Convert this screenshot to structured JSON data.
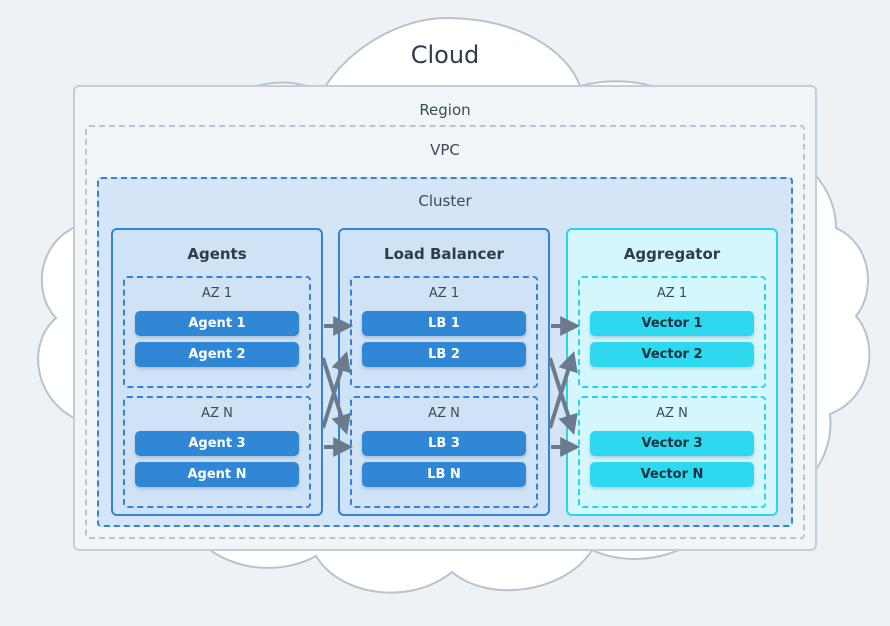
{
  "diagram": {
    "title": "Cloud",
    "boundaries": [
      {
        "key": "region",
        "label": "Region"
      },
      {
        "key": "vpc",
        "label": "VPC"
      },
      {
        "key": "cluster",
        "label": "Cluster"
      }
    ],
    "columns": [
      {
        "key": "agents",
        "title": "Agents",
        "style": "blue",
        "zones": [
          {
            "label": "AZ 1",
            "nodes": [
              "Agent 1",
              "Agent 2"
            ]
          },
          {
            "label": "AZ N",
            "nodes": [
              "Agent 3",
              "Agent N"
            ]
          }
        ]
      },
      {
        "key": "load-balancer",
        "title": "Load Balancer",
        "style": "blue",
        "zones": [
          {
            "label": "AZ 1",
            "nodes": [
              "LB 1",
              "LB 2"
            ]
          },
          {
            "label": "AZ N",
            "nodes": [
              "LB 3",
              "LB N"
            ]
          }
        ]
      },
      {
        "key": "aggregator",
        "title": "Aggregator",
        "style": "cyan",
        "zones": [
          {
            "label": "AZ 1",
            "nodes": [
              "Vector 1",
              "Vector 2"
            ]
          },
          {
            "label": "AZ N",
            "nodes": [
              "Vector 3",
              "Vector N"
            ]
          }
        ]
      }
    ],
    "colors": {
      "background": "#eef2f5",
      "cloud_fill": "#ffffff",
      "cloud_stroke": "#b6c4cf",
      "region_stroke": "#c3ced7",
      "vpc_stroke": "#b9c6d1",
      "cluster_stroke": "#3383d6",
      "cluster_fill": "#d4e5f7",
      "panel_blue_fill": "#cfe2f6",
      "panel_blue_stroke": "#3383d6",
      "panel_cyan_fill": "#d3f7fc",
      "panel_cyan_stroke": "#2ad4ef",
      "node_blue": "#3087d6",
      "node_cyan": "#2ed8ee",
      "arrow": "#6b7b8c",
      "title_text": "#2d3c4e"
    }
  }
}
